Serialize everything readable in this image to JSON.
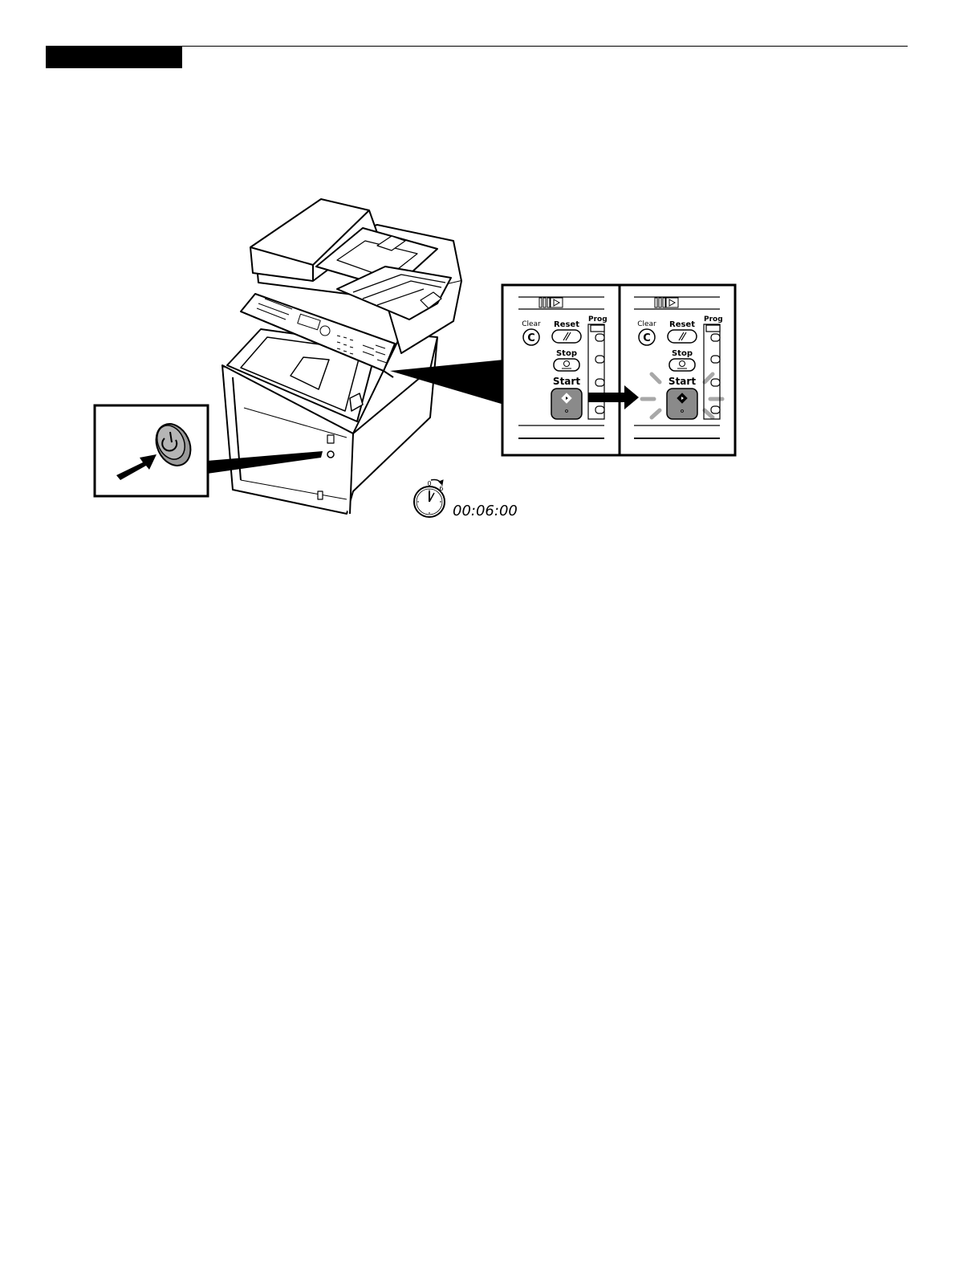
{
  "page": {
    "header": {
      "tab_label": ""
    }
  },
  "figure": {
    "panel_before": {
      "clear_label": "Clear",
      "reset_label": "Reset",
      "stop_label": "Stop",
      "start_label": "Start",
      "prog_label": "Prog",
      "clear_glyph": "C"
    },
    "panel_after": {
      "clear_label": "Clear",
      "reset_label": "Reset",
      "stop_label": "Stop",
      "start_label": "Start",
      "prog_label": "Prog",
      "clear_glyph": "C"
    },
    "timer": {
      "readout": "00:06:00",
      "dial_top": "0",
      "dial_marker": "6"
    }
  }
}
